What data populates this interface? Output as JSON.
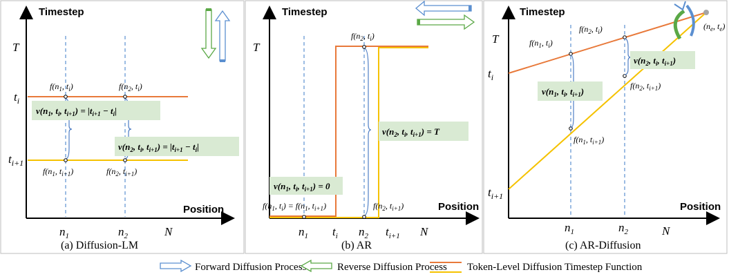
{
  "panels": {
    "a": {
      "y_axis_label": "Timestep",
      "x_axis_label": "Position",
      "T": "T",
      "N": "N",
      "ti": "t_i",
      "ti1": "t_{i+1}",
      "n1": "n_1",
      "n2": "n_2",
      "pt_n1_ti": "f(n_1, t_i)",
      "pt_n2_ti": "f(n_2, t_i)",
      "pt_n1_ti1": "f(n_1, t_{i+1})",
      "pt_n2_ti1": "f(n_2, t_{i+1})",
      "velocity1": "v(n_1, t_i, t_{i+1}) = |t_{i+1} − t_i|",
      "velocity2": "v(n_2, t_i, t_{i+1}) = |t_{i+1} − t_i|",
      "caption": "(a) Diffusion-LM"
    },
    "b": {
      "y_axis_label": "Timestep",
      "x_axis_label": "Position",
      "T": "T",
      "N": "N",
      "n1": "n_1",
      "ti": "t_i",
      "n2": "n_2",
      "ti1": "t_{i+1}",
      "pt_n2_ti": "f(n_2, t_i)",
      "pt_n1_eq": "f(n_1, t_i) = f(n_1, t_{i+1})",
      "pt_n2_ti1": "f(n_2, t_{i+1})",
      "velocity1": "v(n_1, t_i, t_{i+1}) = 0",
      "velocity2": "v(n_2, t_i, t_{i+1}) = T",
      "caption": "(b) AR"
    },
    "c": {
      "y_axis_label": "Timestep",
      "x_axis_label": "Position",
      "T": "T",
      "N": "N",
      "ti": "t_i",
      "ti1": "t_{i+1}",
      "n1": "n_1",
      "n2": "n_2",
      "pt_n1_ti": "f(n_1, t_i)",
      "pt_n2_ti": "f(n_2, t_i)",
      "pt_n1_ti1": "f(n_1, t_{i+1})",
      "pt_n2_ti1": "f(n_2, t_{i+1})",
      "anchor": "(n_e, t_e)",
      "velocity1": "v(n_1, t_i, t_{i+1})",
      "velocity2": "v(n_2, t_i, t_{i+1})",
      "caption": "(c) AR-Diffusion"
    }
  },
  "legend": {
    "forward": "Forward Diffusion Process",
    "reverse": "Reverse Diffusion Process",
    "function": "Token-Level Diffusion Timestep Function"
  },
  "colors": {
    "orange": "#e8793a",
    "yellow": "#f5c200",
    "blue": "#5b8fd0",
    "green": "#5aa846",
    "box": "#d9ead3"
  }
}
